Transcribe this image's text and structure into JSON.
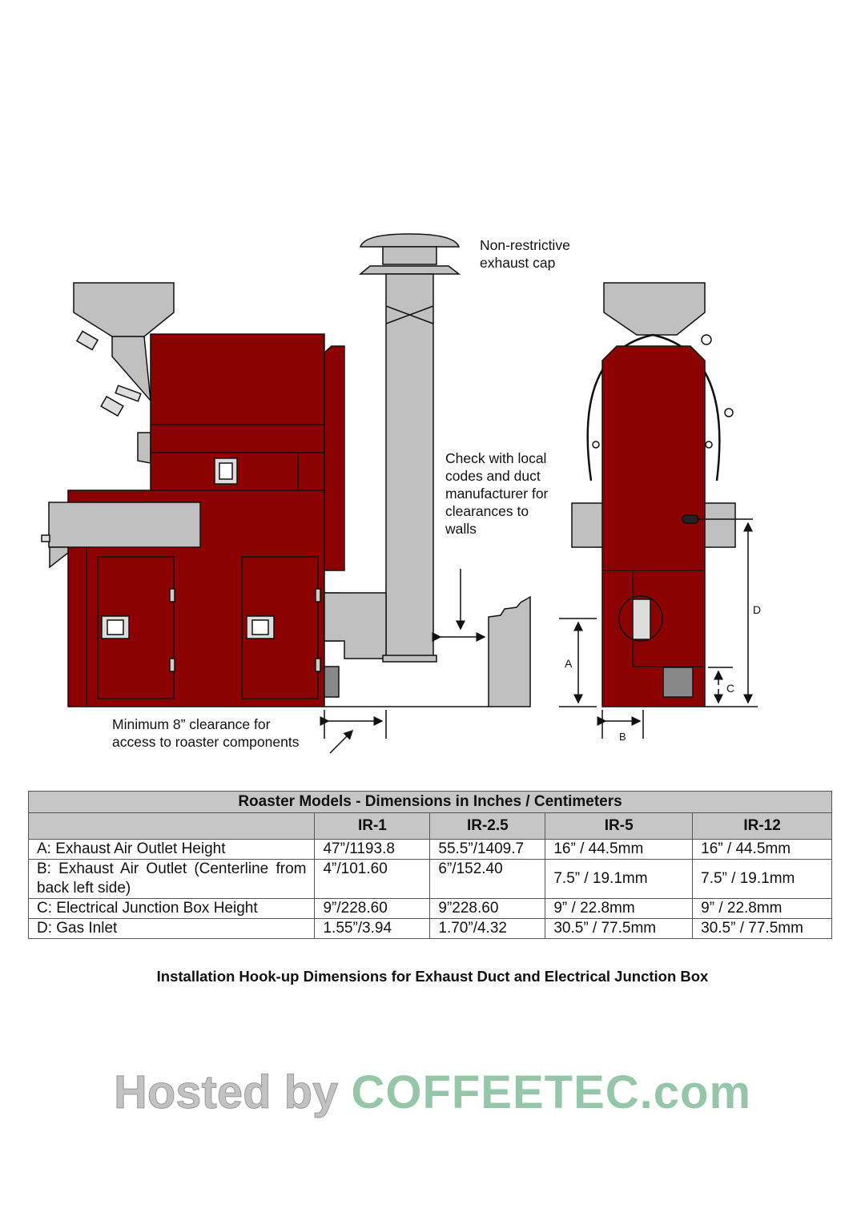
{
  "diagram": {
    "notes": {
      "exhaust_cap": "Non-restrictive\nexhaust cap",
      "clearance_walls": "Check with local\ncodes and duct\nmanufacturer for\nclearances to\nwalls",
      "min_clearance": "Minimum 8” clearance for\naccess to roaster components"
    },
    "dimension_labels": {
      "a": "A",
      "b": "B",
      "c": "C",
      "d": "D"
    },
    "colors": {
      "roaster_body": "#8b0000",
      "metal": "#c0c0c0",
      "watermark_green": "#5aa878"
    }
  },
  "watermark": {
    "prefix": "Hosted by ",
    "brand": "COFFEETEC.com"
  },
  "table": {
    "title": "Roaster Models - Dimensions in Inches / Centimeters",
    "models": [
      "IR-1",
      "IR-2.5",
      "IR-5",
      "IR-12"
    ],
    "rows": [
      {
        "label": "A: Exhaust Air Outlet Height",
        "values": [
          "47”/1193.8",
          "55.5”/1409.7",
          "16” / 44.5mm",
          "16” / 44.5mm"
        ]
      },
      {
        "label": "B: Exhaust Air Outlet (Centerline from back left side)",
        "values": [
          "4”/101.60",
          "6”/152.40",
          "7.5” / 19.1mm",
          "7.5” / 19.1mm"
        ]
      },
      {
        "label": "C: Electrical Junction Box Height",
        "values": [
          "9”/228.60",
          "9”228.60",
          "9” / 22.8mm",
          "9” / 22.8mm"
        ]
      },
      {
        "label": "D: Gas Inlet",
        "values": [
          "1.55”/3.94",
          "1.70”/4.32",
          "30.5” / 77.5mm",
          "30.5” / 77.5mm"
        ]
      }
    ]
  },
  "caption": "Installation Hook-up Dimensions for Exhaust Duct and Electrical Junction Box"
}
